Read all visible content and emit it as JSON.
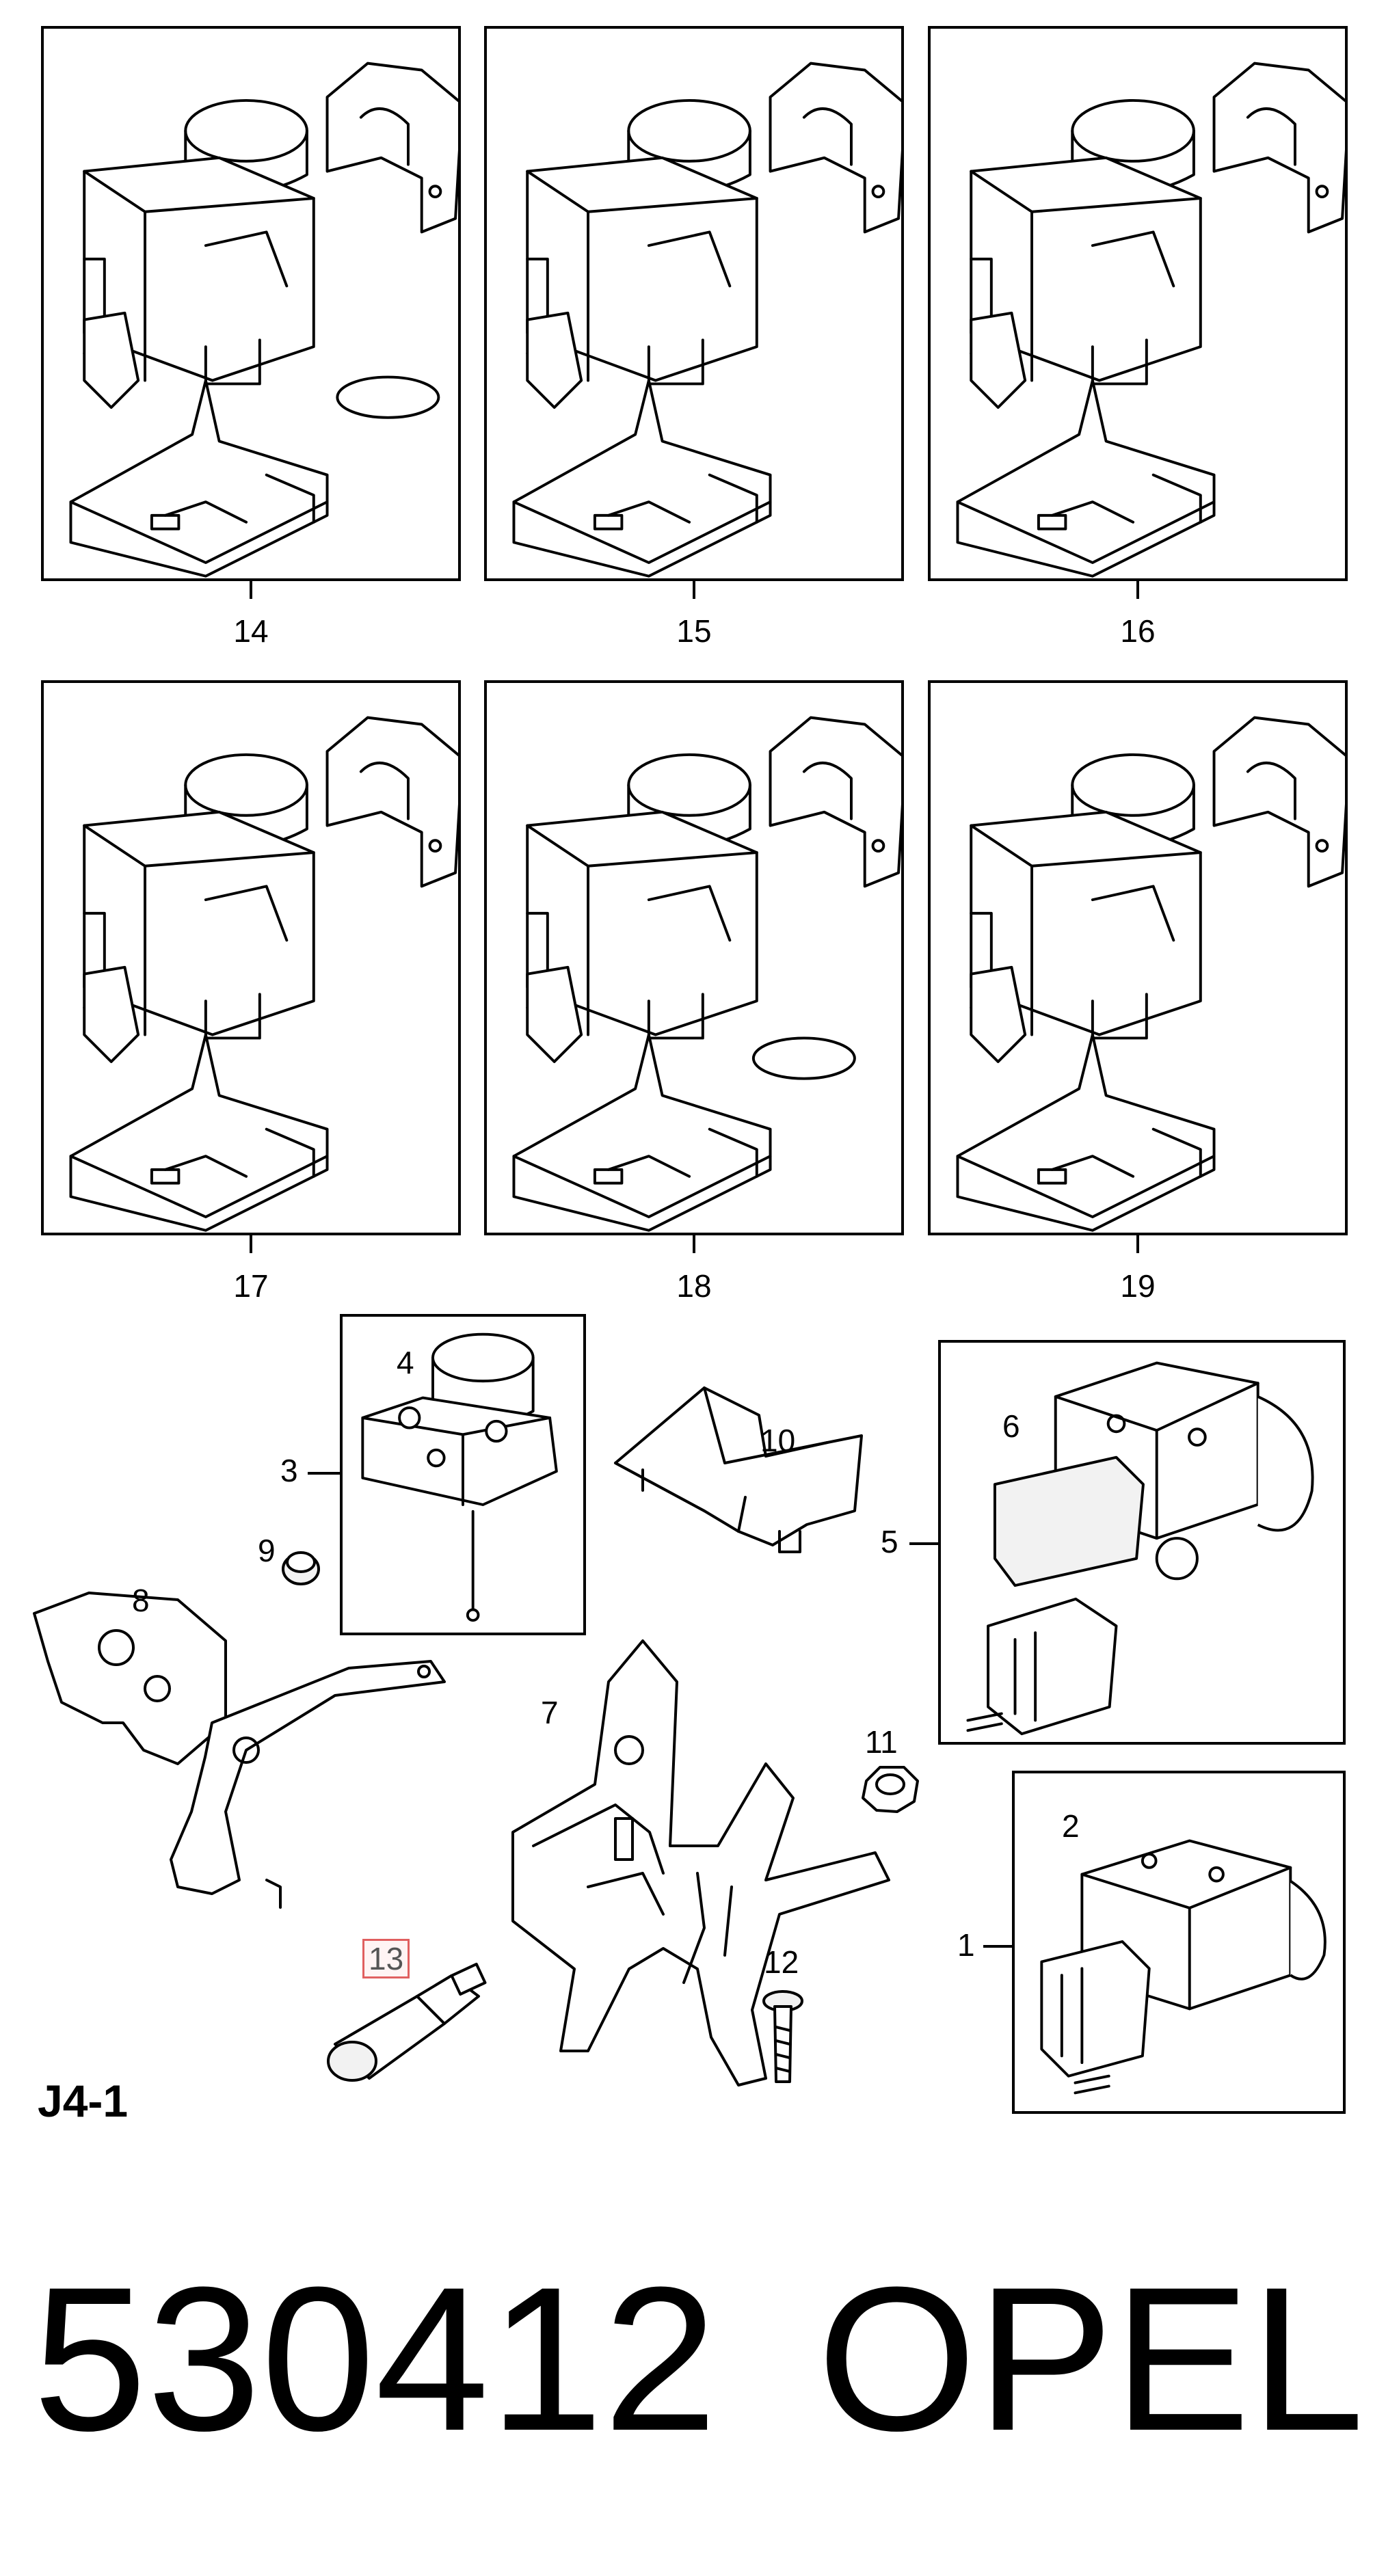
{
  "panels": [
    {
      "number": "14",
      "gasket": true
    },
    {
      "number": "15",
      "gasket": false
    },
    {
      "number": "16",
      "gasket": false
    },
    {
      "number": "17",
      "gasket": false
    },
    {
      "number": "18",
      "gasket": true
    },
    {
      "number": "19",
      "gasket": false
    }
  ],
  "callouts": {
    "c1": "1",
    "c2": "2",
    "c3": "3",
    "c4": "4",
    "c5": "5",
    "c6": "6",
    "c7": "7",
    "c8": "8",
    "c9": "9",
    "c10": "10",
    "c11": "11",
    "c12": "12",
    "c13": "13"
  },
  "highlight": {
    "part": "13",
    "color": "#e06060"
  },
  "section_code": "J4-1",
  "footer": {
    "number": "530412",
    "brand": "OPEL"
  }
}
